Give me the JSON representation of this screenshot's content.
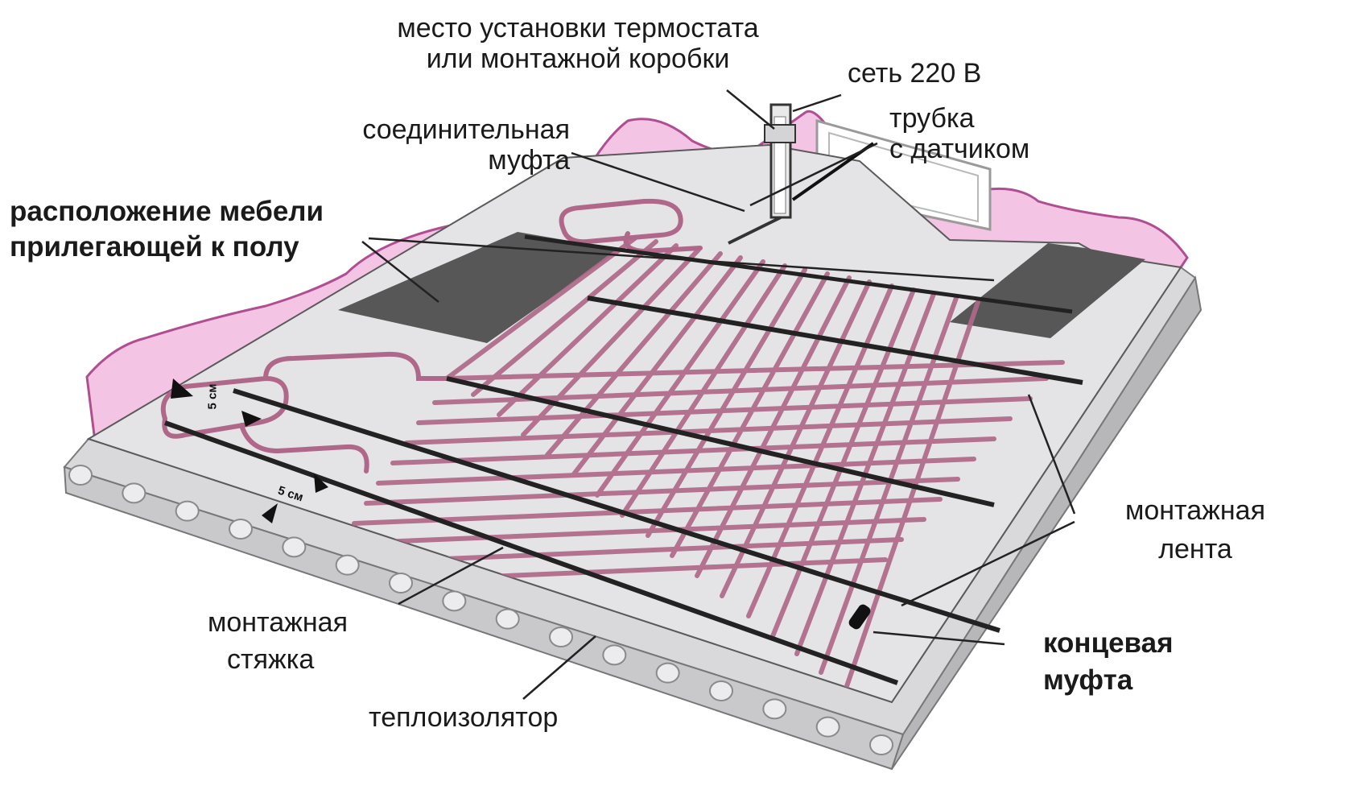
{
  "labels": {
    "thermostat_place": [
      "место установки термостата",
      "или монтажной коробки"
    ],
    "network": "сеть 220 В",
    "connecting_coupling": [
      "соединительная",
      "муфта"
    ],
    "sensor_tube": [
      "трубка",
      "с датчиком"
    ],
    "furniture": [
      "расположение мебели",
      "прилегающей к полу"
    ],
    "mounting_tape": [
      "монтажная",
      "лента"
    ],
    "mounting_screed": [
      "монтажная",
      "стяжка"
    ],
    "end_coupling": [
      "концевая",
      "муфта"
    ],
    "insulator": "теплоизолятор"
  },
  "spacing_marks": [
    "5 см",
    "5 см"
  ],
  "colors": {
    "cable": "#b0688a",
    "wall": "#f4c4e4",
    "floor": "#e4e4e6",
    "furniture_zone": "#575757",
    "tape": "#222222",
    "insulator": "#d9d9db"
  }
}
